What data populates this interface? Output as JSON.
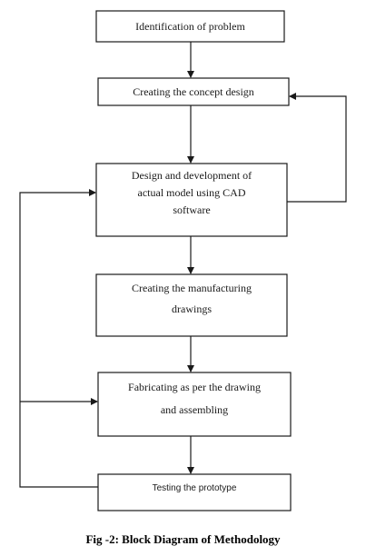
{
  "diagram": {
    "boxes": [
      {
        "id": "identification",
        "lines": [
          "Identification of problem"
        ]
      },
      {
        "id": "concept",
        "lines": [
          "Creating the concept design"
        ]
      },
      {
        "id": "cad",
        "lines": [
          "Design and development of",
          "actual model using CAD",
          "software"
        ]
      },
      {
        "id": "drawings",
        "lines": [
          "Creating the manufacturing",
          "drawings"
        ]
      },
      {
        "id": "fabrication",
        "lines": [
          "Fabricating as per the drawing",
          "and assembling"
        ]
      },
      {
        "id": "testing",
        "lines": [
          "Testing the prototype"
        ]
      }
    ],
    "flow": [
      {
        "from": "identification",
        "to": "concept"
      },
      {
        "from": "concept",
        "to": "cad"
      },
      {
        "from": "cad",
        "to": "drawings"
      },
      {
        "from": "drawings",
        "to": "fabrication"
      },
      {
        "from": "fabrication",
        "to": "testing"
      },
      {
        "from": "cad",
        "to": "concept",
        "kind": "feedback"
      },
      {
        "from": "testing",
        "to": "cad",
        "kind": "feedback"
      },
      {
        "from": "testing",
        "to": "fabrication",
        "kind": "feedback"
      }
    ],
    "colors": {
      "stroke": "#1a1a1a",
      "text": "#1a1a1a"
    }
  },
  "caption": "Fig -2: Block Diagram of Methodology"
}
